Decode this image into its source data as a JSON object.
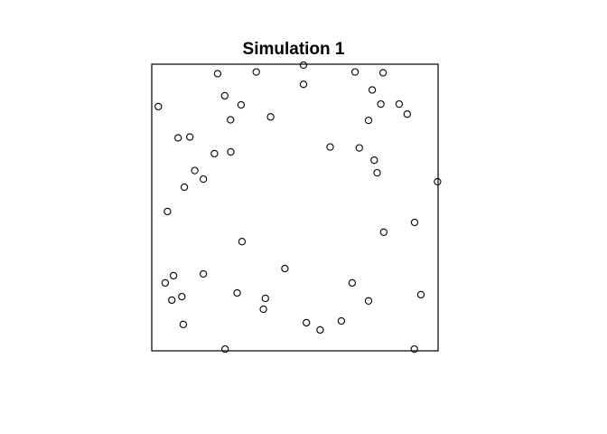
{
  "chart_data": {
    "type": "scatter",
    "title": "Simulation 1",
    "xlabel": "",
    "ylabel": "",
    "xlim": [
      0,
      1
    ],
    "ylim": [
      0,
      1
    ],
    "axes_visible": false,
    "grid": false,
    "series": [
      {
        "marker": "open-circle",
        "color": "#000000",
        "points": [
          {
            "x": 0.23,
            "y": 0.967
          },
          {
            "x": 0.365,
            "y": 0.973
          },
          {
            "x": 0.53,
            "y": 0.997
          },
          {
            "x": 0.71,
            "y": 0.973
          },
          {
            "x": 0.808,
            "y": 0.97
          },
          {
            "x": 0.53,
            "y": 0.93
          },
          {
            "x": 0.77,
            "y": 0.91
          },
          {
            "x": 0.255,
            "y": 0.89
          },
          {
            "x": 0.312,
            "y": 0.858
          },
          {
            "x": 0.8,
            "y": 0.861
          },
          {
            "x": 0.864,
            "y": 0.861
          },
          {
            "x": 0.023,
            "y": 0.852
          },
          {
            "x": 0.892,
            "y": 0.826
          },
          {
            "x": 0.415,
            "y": 0.816
          },
          {
            "x": 0.275,
            "y": 0.806
          },
          {
            "x": 0.757,
            "y": 0.804
          },
          {
            "x": 0.092,
            "y": 0.743
          },
          {
            "x": 0.133,
            "y": 0.746
          },
          {
            "x": 0.623,
            "y": 0.711
          },
          {
            "x": 0.725,
            "y": 0.708
          },
          {
            "x": 0.276,
            "y": 0.694
          },
          {
            "x": 0.219,
            "y": 0.688
          },
          {
            "x": 0.777,
            "y": 0.665
          },
          {
            "x": 0.15,
            "y": 0.629
          },
          {
            "x": 0.787,
            "y": 0.621
          },
          {
            "x": 0.18,
            "y": 0.599
          },
          {
            "x": 0.998,
            "y": 0.59
          },
          {
            "x": 0.114,
            "y": 0.571
          },
          {
            "x": 0.055,
            "y": 0.486
          },
          {
            "x": 0.918,
            "y": 0.448
          },
          {
            "x": 0.81,
            "y": 0.414
          },
          {
            "x": 0.315,
            "y": 0.381
          },
          {
            "x": 0.465,
            "y": 0.287
          },
          {
            "x": 0.18,
            "y": 0.268
          },
          {
            "x": 0.076,
            "y": 0.262
          },
          {
            "x": 0.047,
            "y": 0.237
          },
          {
            "x": 0.7,
            "y": 0.237
          },
          {
            "x": 0.298,
            "y": 0.202
          },
          {
            "x": 0.94,
            "y": 0.196
          },
          {
            "x": 0.105,
            "y": 0.189
          },
          {
            "x": 0.397,
            "y": 0.183
          },
          {
            "x": 0.07,
            "y": 0.177
          },
          {
            "x": 0.757,
            "y": 0.174
          },
          {
            "x": 0.39,
            "y": 0.145
          },
          {
            "x": 0.54,
            "y": 0.098
          },
          {
            "x": 0.662,
            "y": 0.104
          },
          {
            "x": 0.588,
            "y": 0.073
          },
          {
            "x": 0.11,
            "y": 0.092
          },
          {
            "x": 0.256,
            "y": 0.006
          },
          {
            "x": 0.917,
            "y": 0.006
          }
        ]
      }
    ]
  }
}
